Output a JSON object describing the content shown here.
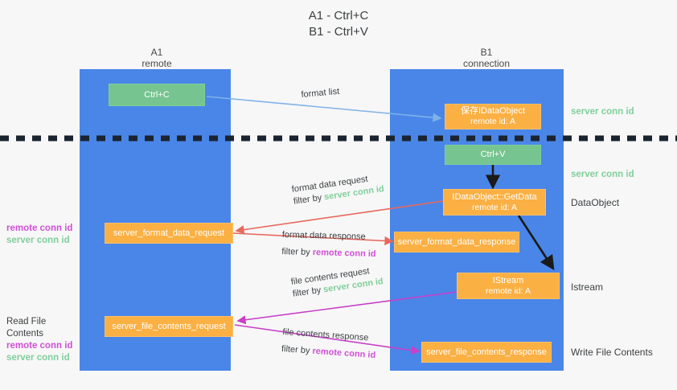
{
  "title_lines": [
    "A1 - Ctrl+C",
    "B1 - Ctrl+V"
  ],
  "colors": {
    "lane": "#4a86e8",
    "green_box": "#76c490",
    "orange_box": "#fbb043",
    "server_conn": "#7fcf9a",
    "remote_conn": "#d14fd8",
    "arrow_blue": "#7fb3e8",
    "arrow_red": "#e8685c",
    "arrow_magenta": "#c940c9",
    "arrow_black": "#1a1a1a",
    "divider": "#1a2430",
    "background": "#f7f7f7"
  },
  "lanes": [
    {
      "id": "a1",
      "title": "A1",
      "subtitle": "remote"
    },
    {
      "id": "b1",
      "title": "B1",
      "subtitle": "connection"
    }
  ],
  "boxes": [
    {
      "id": "ctrl-c",
      "label": "Ctrl+C",
      "sub": "",
      "kind": "green"
    },
    {
      "id": "ctrl-v",
      "label": "Ctrl+V",
      "sub": "",
      "kind": "green"
    },
    {
      "id": "idataobject-save",
      "label": "保存IDataObject",
      "sub": "remote id: A",
      "kind": "orange"
    },
    {
      "id": "idataobject-getdata",
      "label": "IDataObject::GetData",
      "sub": "remote id: A",
      "kind": "orange"
    },
    {
      "id": "istream",
      "label": "IStream",
      "sub": "remote id: A",
      "kind": "orange"
    },
    {
      "id": "server-format-data-request",
      "label": "server_format_data_request",
      "sub": "",
      "kind": "orange"
    },
    {
      "id": "server-format-data-response",
      "label": "server_format_data_response",
      "sub": "",
      "kind": "orange"
    },
    {
      "id": "server-file-contents-request",
      "label": "server_file_contents_request",
      "sub": "",
      "kind": "orange"
    },
    {
      "id": "server-file-contents-response",
      "label": "server_file_contents_response",
      "sub": "",
      "kind": "orange"
    }
  ],
  "flow_labels": [
    {
      "id": "format-list",
      "line1": "format list",
      "filter_prefix": "",
      "filter_value": ""
    },
    {
      "id": "format-data-request",
      "line1": "format data request",
      "filter_prefix": "filter by ",
      "filter_value": "server conn id",
      "filter_color": "server"
    },
    {
      "id": "format-data-response",
      "line1": "format data response",
      "filter_prefix": "filter by ",
      "filter_value": "remote conn id",
      "filter_color": "remote"
    },
    {
      "id": "file-contents-request",
      "line1": "file contents request",
      "filter_prefix": "filter by ",
      "filter_value": "server conn id",
      "filter_color": "server"
    },
    {
      "id": "file-contents-response",
      "line1": "file contents response",
      "filter_prefix": "filter by ",
      "filter_value": "remote conn id",
      "filter_color": "remote"
    }
  ],
  "left_annotations": [
    {
      "id": "left-conn-ids-1",
      "remote": "remote conn id",
      "server": "server conn id",
      "heading": ""
    },
    {
      "id": "left-read-file",
      "remote": "remote conn id",
      "server": "server conn id",
      "heading": "Read File Contents"
    }
  ],
  "right_annotations": [
    {
      "id": "right-server-conn-1",
      "text": "server conn id",
      "style": "server"
    },
    {
      "id": "right-server-conn-2",
      "text": "server conn id",
      "style": "server"
    },
    {
      "id": "right-dataobject",
      "text": "DataObject",
      "style": "plain"
    },
    {
      "id": "right-istream",
      "text": "Istream",
      "style": "plain"
    },
    {
      "id": "right-write-file",
      "text": "Write File Contents",
      "style": "plain"
    }
  ]
}
